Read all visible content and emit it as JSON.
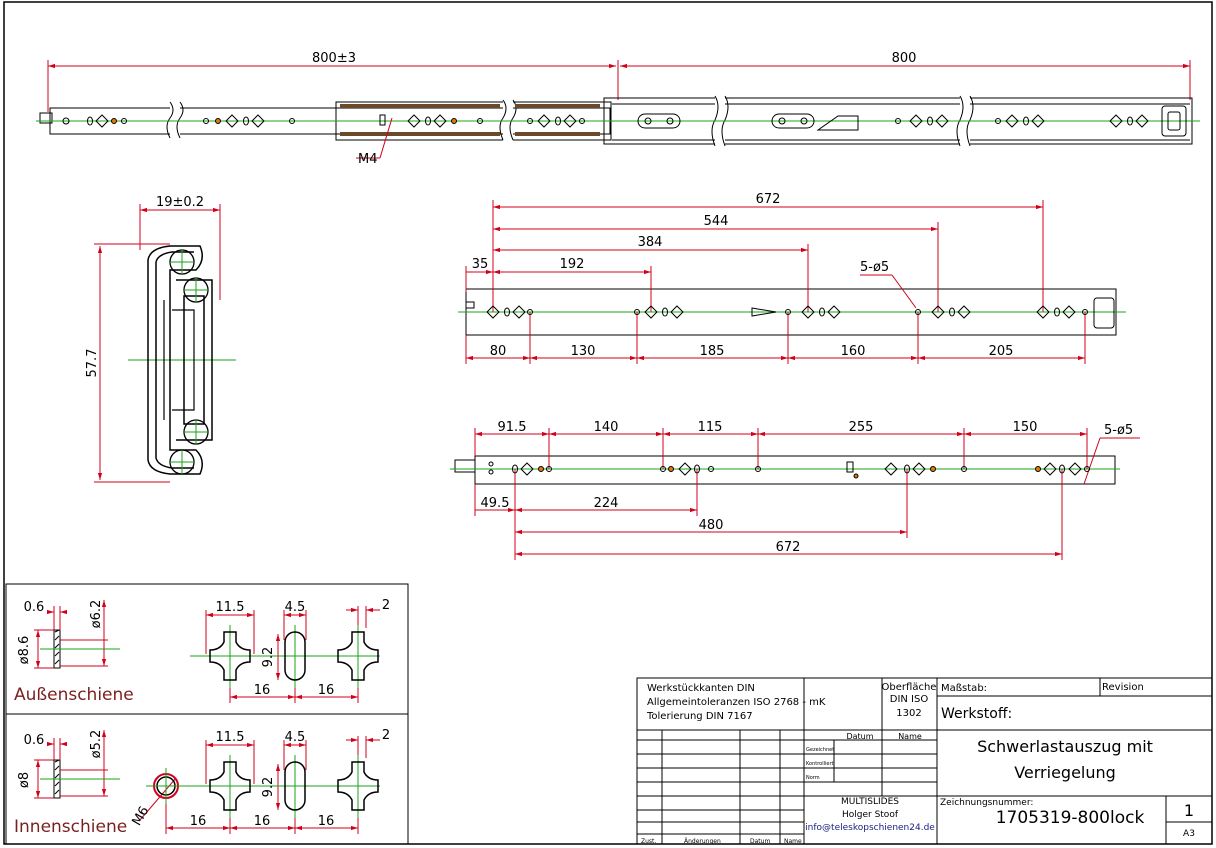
{
  "top_view": {
    "dim_left": "800±3",
    "dim_right": "800",
    "callout_m4": "M4"
  },
  "section_view": {
    "width_dim": "19±0.2",
    "height_dim": "57.7"
  },
  "outer_rail_view": {
    "top_dims": [
      "672",
      "544",
      "384",
      "35",
      "192"
    ],
    "hole_callout": "5-ø5",
    "bottom_dims": [
      "80",
      "130",
      "185",
      "160",
      "205"
    ]
  },
  "inner_rail_view": {
    "top_dims": [
      "91.5",
      "140",
      "115",
      "255",
      "150"
    ],
    "hole_callout": "5-ø5",
    "bottom_dims": [
      "49.5",
      "224",
      "480",
      "672"
    ]
  },
  "detail_outer": {
    "label": "Außenschiene",
    "dims": {
      "thick": "0.6",
      "hole_small": "ø6.2",
      "hole_big": "ø8.6",
      "w1": "11.5",
      "w2": "4.5",
      "w3": "2",
      "h": "9.2",
      "p1": "16",
      "p2": "16"
    }
  },
  "detail_inner": {
    "label": "Innenschiene",
    "dims": {
      "thick": "0.6",
      "hole_small": "ø5.2",
      "hole_big": "ø8",
      "w1": "11.5",
      "w2": "4.5",
      "w3": "2",
      "h": "9.2",
      "p1": "16",
      "p2": "16",
      "p3": "16",
      "thread": "M6"
    }
  },
  "title_block": {
    "notes": [
      "Werkstückkanten DIN",
      "Allgemeintoleranzen ISO 2768 - mK",
      "Tolerierung DIN 7167"
    ],
    "surface": [
      "Oberfläche",
      "DIN ISO",
      "1302"
    ],
    "scale_label": "Maßstab:",
    "revision_label": "Revision",
    "material_label": "Werkstoff:",
    "col_date": "Datum",
    "col_name": "Name",
    "row_labels": [
      "Gezeichnet",
      "Kontrolliert",
      "Norm"
    ],
    "title_line1": "Schwerlastauszug mit",
    "title_line2": "Verriegelung",
    "company": "MULTISLIDES",
    "person": "Holger Stoof",
    "email": "info@teleskopschienen24.de",
    "drawing_no_label": "Zeichnungsnummer:",
    "drawing_no": "1705319-800lock",
    "sheet": "1",
    "format": "A3",
    "footer": [
      "Zust.",
      "Änderungen",
      "Datum",
      "Name"
    ]
  },
  "colors": {
    "dimension": "#d0021b",
    "centerline": "#1aa31a",
    "line": "#000000"
  }
}
